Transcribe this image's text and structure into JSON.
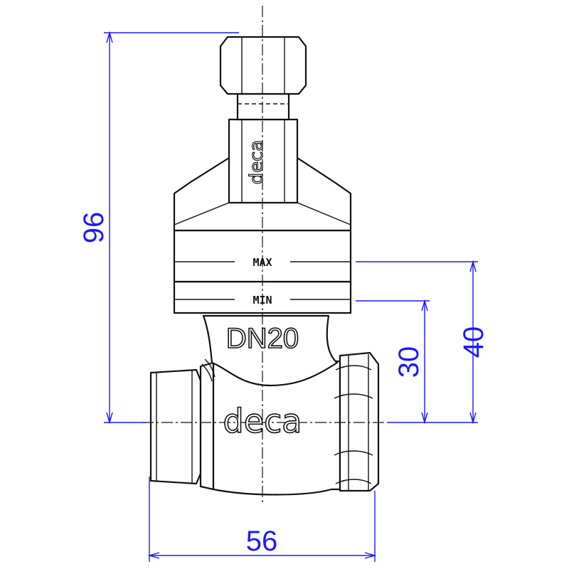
{
  "colors": {
    "dimension": "#1a1aff",
    "outline": "#111111",
    "background": "#ffffff"
  },
  "dimensions": {
    "total_height": "96",
    "outlet_to_max": "40",
    "outlet_to_min": "30",
    "body_width": "56"
  },
  "labels": {
    "brand_top": "deca",
    "brand_body": "deca",
    "size": "DN20",
    "max_mark": "MAX",
    "min_mark": "MIN"
  }
}
